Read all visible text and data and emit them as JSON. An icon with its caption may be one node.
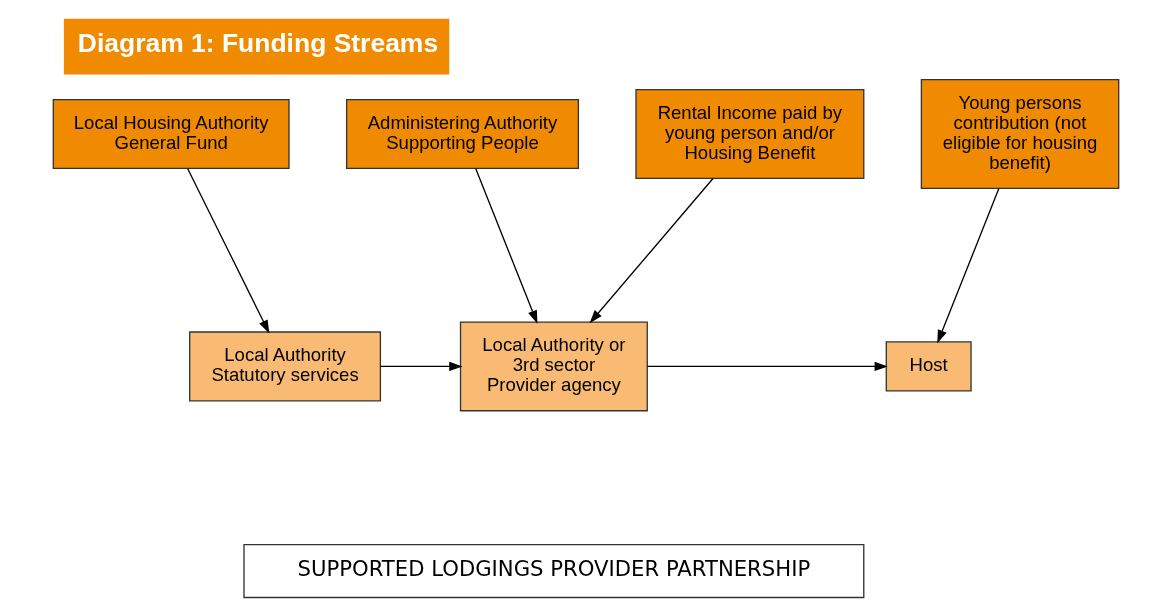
{
  "diagram": {
    "title": "Diagram 1: Funding Streams",
    "nodes": [
      {
        "text": [
          "Local Housing Authority General Fund"
        ]
      },
      {
        "text": [
          "Administering Authority Supporting People"
        ]
      },
      {
        "text": [
          "Rental Income paid by young person and/or Housing Benefit"
        ]
      },
      {
        "text": [
          "Young persons contribution (not eligible for housing benefit)"
        ]
      },
      {
        "text": [
          "Local Authority Statutory services"
        ]
      },
      {
        "text": [
          "Local Authority or 3rd sector Provider agency"
        ]
      },
      {
        "text": [
          "Host"
        ]
      },
      {
        "text": [
          "SUPPORTED LODGINGS PROVIDER PARTNERSHIP"
        ]
      }
    ],
    "edges": [
      {
        "from": 0,
        "to": 4,
        "arrow": "to"
      },
      {
        "from": 1,
        "to": 5,
        "arrow": "to"
      },
      {
        "from": 2,
        "to": 5,
        "arrow": "to"
      },
      {
        "from": 3,
        "to": 6,
        "arrow": "to"
      },
      {
        "from": 4,
        "to": 5,
        "arrow": "to"
      },
      {
        "from": 5,
        "to": 6,
        "arrow": "to"
      }
    ]
  }
}
